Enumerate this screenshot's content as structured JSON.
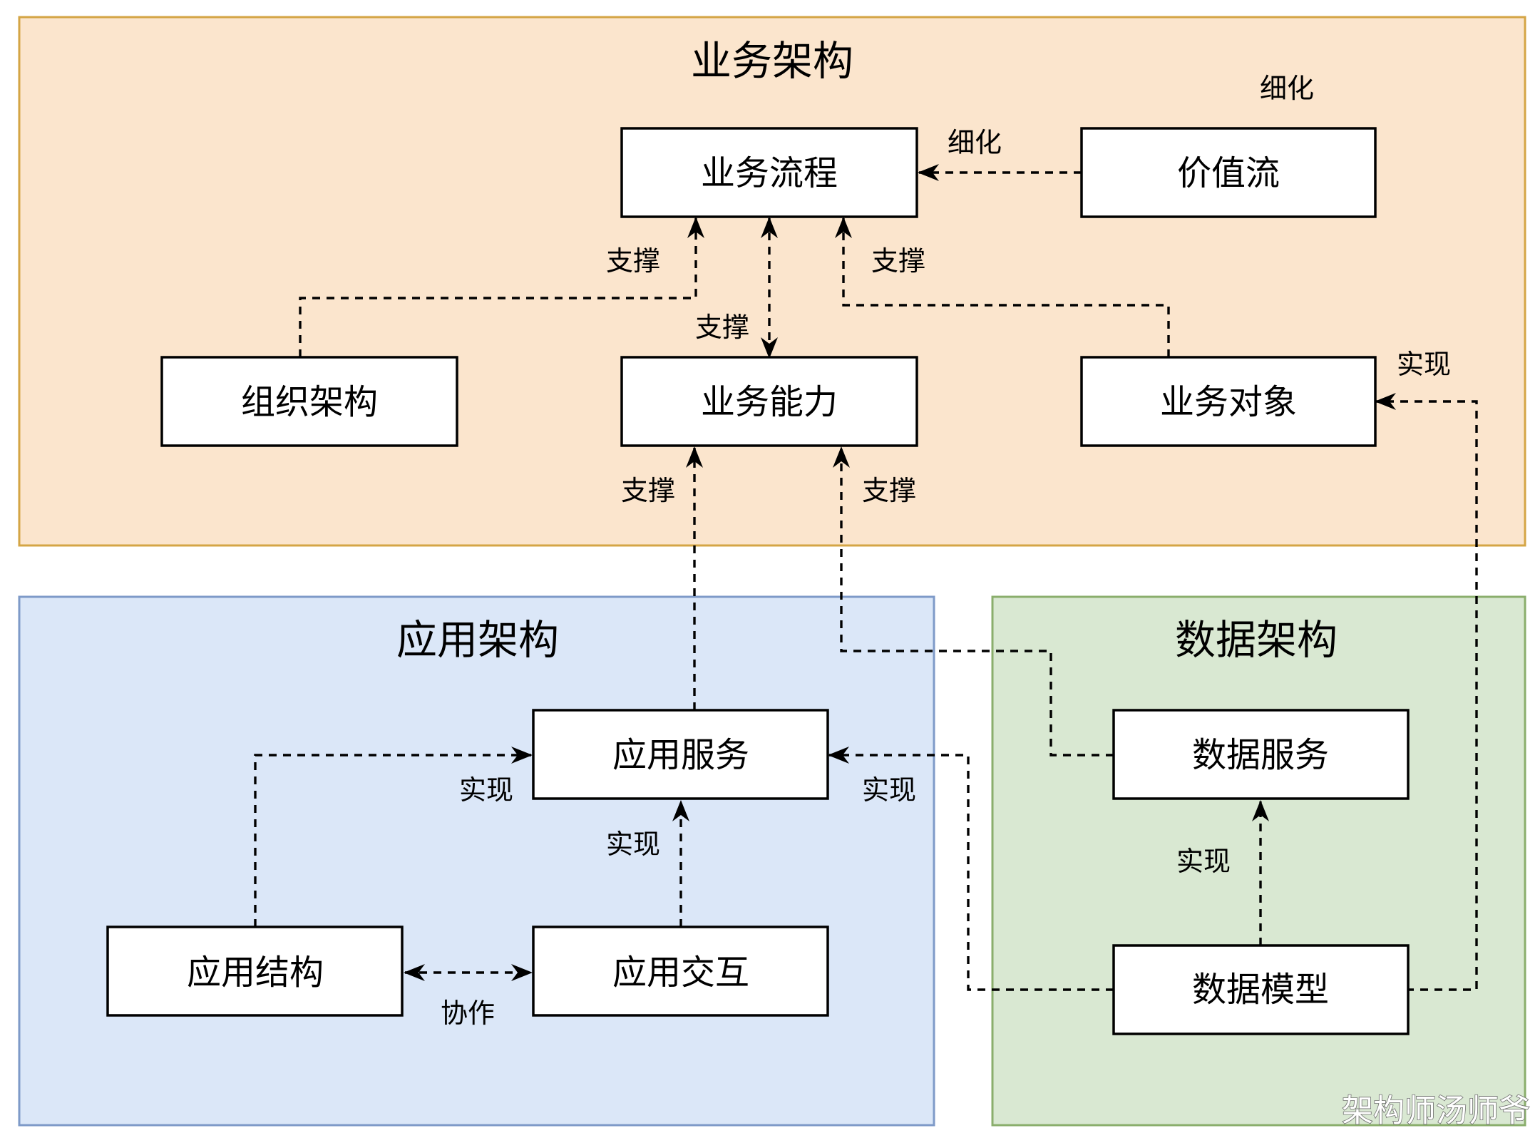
{
  "colors": {
    "business_fill": "#fbe5cd",
    "business_stroke": "#d4a545",
    "application_fill": "#dbe7f8",
    "application_stroke": "#7e9ac8",
    "data_fill": "#d9e8d2",
    "data_stroke": "#8aae6c"
  },
  "regions": {
    "business": {
      "title": "业务架构"
    },
    "application": {
      "title": "应用架构"
    },
    "data": {
      "title": "数据架构"
    }
  },
  "nodes": {
    "business_process": "业务流程",
    "value_stream": "价值流",
    "organization": "组织架构",
    "business_capability": "业务能力",
    "business_object": "业务对象",
    "application_service": "应用服务",
    "application_structure": "应用结构",
    "application_interaction": "应用交互",
    "data_service": "数据服务",
    "data_model": "数据模型"
  },
  "edge_labels": {
    "refine_top": "细化",
    "refine_arrow": "细化",
    "support_org": "支撑",
    "support_object": "支撑",
    "support_capability": "支撑",
    "support_app_service": "支撑",
    "support_data_service": "支撑",
    "realize_object": "实现",
    "realize_structure": "实现",
    "realize_interaction": "实现",
    "realize_data_model": "实现",
    "realize_data_service": "实现",
    "collaborate": "协作"
  },
  "watermark": "架构师汤师爷",
  "edges": [
    {
      "from": "value_stream",
      "to": "business_process",
      "label": "细化"
    },
    {
      "from": "organization",
      "to": "business_process",
      "label": "支撑"
    },
    {
      "from": "business_capability",
      "to": "business_process",
      "label": "支撑",
      "bidirectional": true
    },
    {
      "from": "business_object",
      "to": "business_process",
      "label": "支撑"
    },
    {
      "from": "application_service",
      "to": "business_capability",
      "label": "支撑"
    },
    {
      "from": "data_service",
      "to": "business_capability",
      "label": "支撑"
    },
    {
      "from": "data_model",
      "to": "business_object",
      "label": "实现"
    },
    {
      "from": "application_structure",
      "to": "application_service",
      "label": "实现"
    },
    {
      "from": "application_interaction",
      "to": "application_service",
      "label": "实现"
    },
    {
      "from": "data_model",
      "to": "application_service",
      "label": "实现"
    },
    {
      "from": "data_model",
      "to": "data_service",
      "label": "实现"
    },
    {
      "from": "application_structure",
      "to": "application_interaction",
      "label": "协作",
      "bidirectional": true
    }
  ]
}
